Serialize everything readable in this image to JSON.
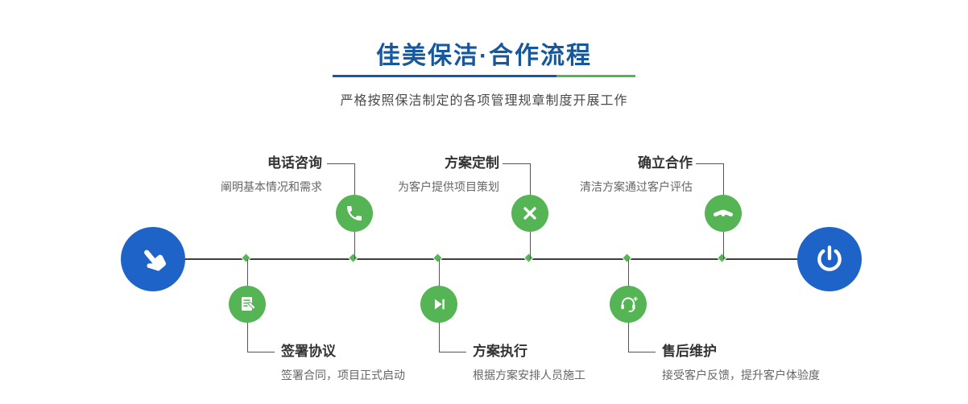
{
  "header": {
    "title": "佳美保洁·合作流程",
    "subtitle": "严格按照保洁制定的各项管理规章制度开展工作"
  },
  "colors": {
    "title_blue": "#16579e",
    "accent_green": "#55b555",
    "endpoint_blue": "#1e64c8",
    "timeline_dark": "#3d3d3d"
  },
  "flow": {
    "start_icon": "hand-pointer-icon",
    "end_icon": "power-icon",
    "top_steps": [
      {
        "title": "电话咨询",
        "desc": "阐明基本情况和需求",
        "icon": "phone-icon"
      },
      {
        "title": "方案定制",
        "desc": "为客户提供项目策划",
        "icon": "design-tools-icon"
      },
      {
        "title": "确立合作",
        "desc": "清洁方案通过客户评估",
        "icon": "handshake-icon"
      }
    ],
    "bottom_steps": [
      {
        "title": "签署协议",
        "desc": "签署合同，项目正式启动",
        "icon": "contract-icon"
      },
      {
        "title": "方案执行",
        "desc": "根据方案安排人员施工",
        "icon": "play-icon"
      },
      {
        "title": "售后维护",
        "desc": "接受客户反馈，提升客户体验度",
        "icon": "headset-icon"
      }
    ]
  }
}
